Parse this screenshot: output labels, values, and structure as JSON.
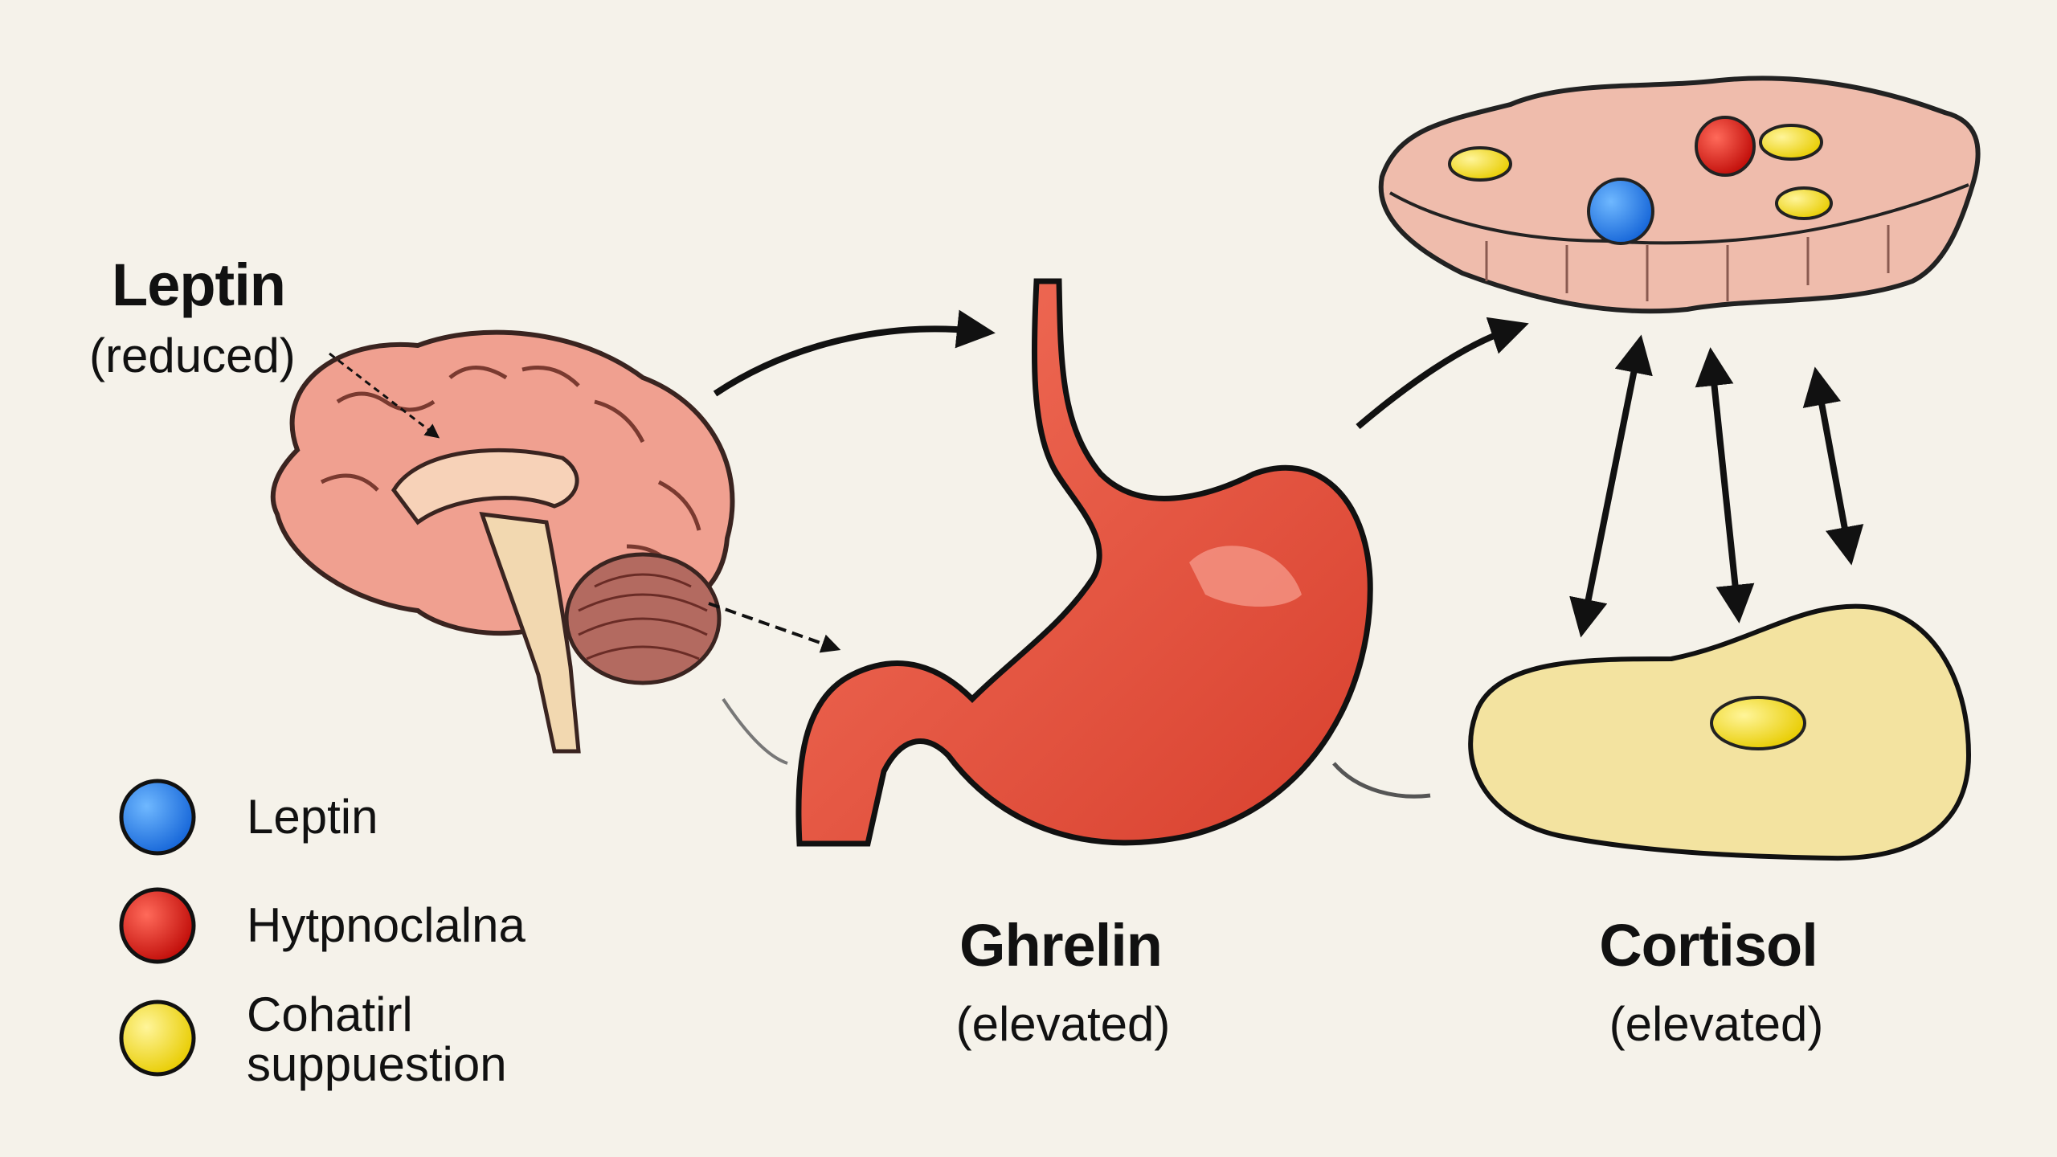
{
  "labels": {
    "brain": {
      "title": "Leptin",
      "status": "(reduced)"
    },
    "stomach": {
      "title": "Ghrelin",
      "status": "(elevated)"
    },
    "fat": {
      "title": "Cortisol",
      "status": "(elevated)"
    }
  },
  "legend": [
    {
      "label": "Leptin",
      "color": "#1e7fe8",
      "icon": "blue-dot-icon"
    },
    {
      "label": "Hytpnoclalna",
      "color": "#d8160f",
      "icon": "red-dot-icon"
    },
    {
      "label": "Cohatirl suppuestion",
      "color": "#f4e01a",
      "icon": "yellow-dot-icon"
    }
  ],
  "colors": {
    "background": "#f5f2ea",
    "brain": "#f0a090",
    "stomach": "#e9533f",
    "liver": "#f0c0b0",
    "fat": "#f3e3a0"
  }
}
